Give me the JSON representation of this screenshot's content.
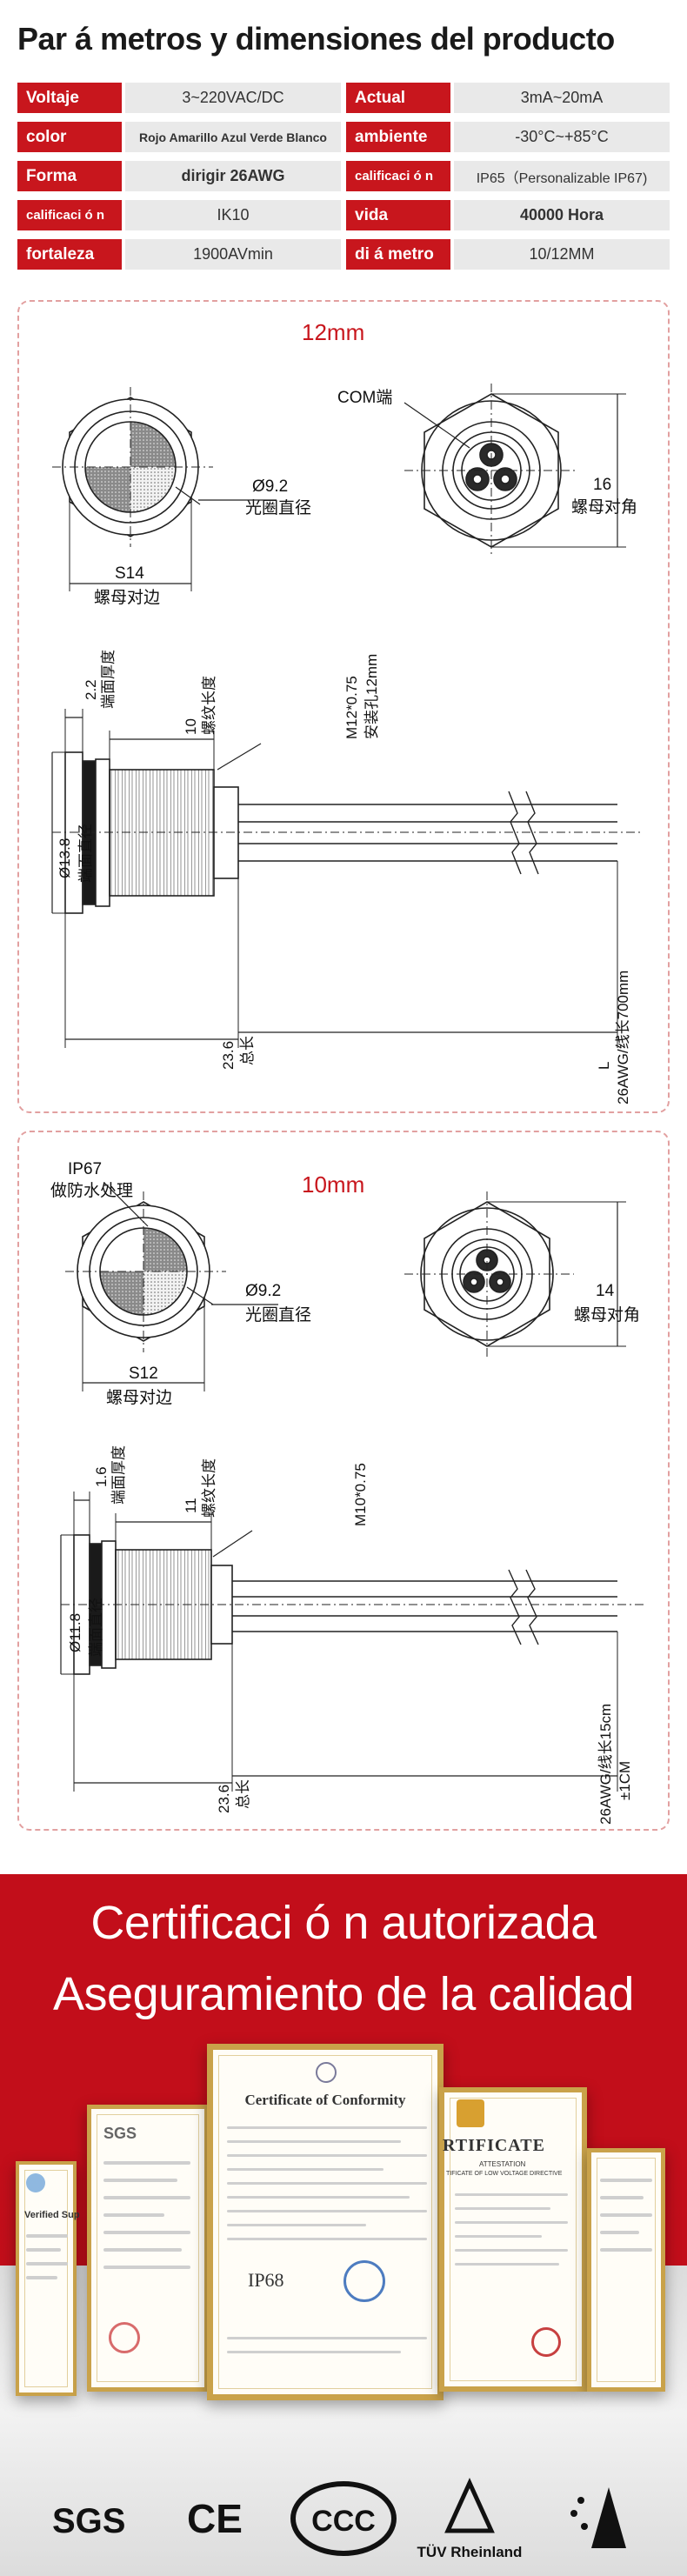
{
  "title": "Par á metros y dimensiones del producto",
  "specs": [
    {
      "l1": "Voltaje",
      "v1": "3~220VAC/DC",
      "l2": "Actual",
      "v2": "3mA~20mA"
    },
    {
      "l1": "color",
      "v1": "Rojo Amarillo Azul Verde Blanco",
      "l2": "ambiente",
      "v2": "-30°C~+85°C"
    },
    {
      "l1": "Forma",
      "v1": "dirigir 26AWG",
      "l2": "calificaci ó n",
      "v2": "IP65（Personalizable IP67)"
    },
    {
      "l1": "calificaci ó n",
      "v1": "IK10",
      "l2": "vida",
      "v2": "40000 Hora"
    },
    {
      "l1": "fortaleza",
      "v1": "1900AVmin",
      "l2": "di á metro",
      "v2": "10/12MM"
    }
  ],
  "drawing12": {
    "title": "12mm",
    "com": "COM端",
    "d_lens": "Ø9.2",
    "d_lens_cn": "光圈直径",
    "hex_side": "16",
    "hex_side_cn": "螺母对角",
    "hex_s": "S14",
    "hex_s_cn": "螺母对边",
    "thread": "M12*0.75",
    "thread_cn": "安装孔12mm",
    "thick": "2.2",
    "thick_cn": "端面厚度",
    "tlen": "10",
    "tlen_cn": "螺纹长度",
    "dia": "Ø13.8",
    "dia_cn": "端面直径",
    "total": "23.6",
    "total_cn": "总长",
    "wire": "26AWG/线长700mm",
    "L": "L"
  },
  "drawing10": {
    "title": "10mm",
    "ip": "IP67",
    "ip_cn": "做防水处理",
    "d_lens": "Ø9.2",
    "d_lens_cn": "光圈直径",
    "hex_side": "14",
    "hex_side_cn": "螺母对角",
    "hex_s": "S12",
    "hex_s_cn": "螺母对边",
    "thread": "M10*0.75",
    "thick": "1.6",
    "thick_cn": "端面厚度",
    "tlen": "11",
    "tlen_cn": "螺纹长度",
    "dia": "Ø11.8",
    "dia_cn": "端面直径",
    "total": "23.6",
    "total_cn": "总长",
    "wire": "26AWG/线长15cm",
    "tol": "±1CM"
  },
  "cert": {
    "heading1": "Certificaci ó n autorizada",
    "heading2": "Aseguramiento de la calidad",
    "conformity_title": "Certificate of Conformity",
    "conformity_ip": "IP68",
    "lvd_title": "RTIFICATE",
    "lvd_sub": "ATTESTATION",
    "lvd_sub2": "TIFICATE OF LOW VOLTAGE DIRECTIVE",
    "sgs_small": "SGS",
    "verified": "Verified Sup",
    "logos": [
      "SGS",
      "CE",
      "CCC",
      "TÜV Rheinland"
    ]
  },
  "colors": {
    "accent": "#c8161d",
    "spec_bg": "#e9e9e9",
    "cert_red": "#c20e1a"
  }
}
